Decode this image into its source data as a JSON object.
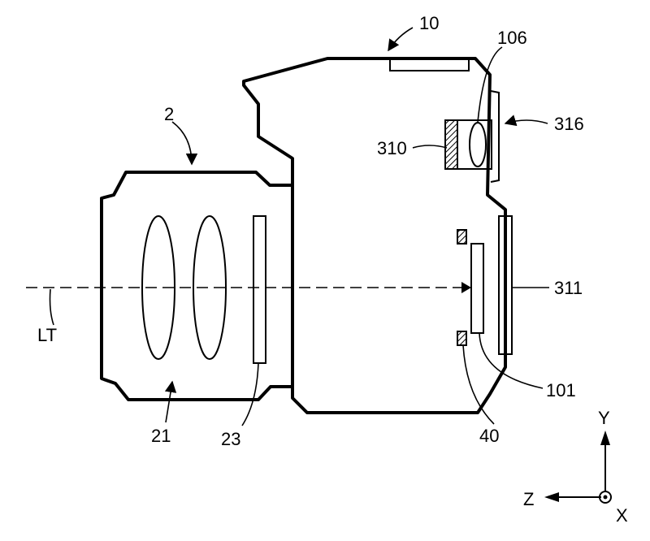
{
  "labels": {
    "camera_body": "10",
    "lens_unit": "2",
    "display_106": "106",
    "eyepiece_316": "316",
    "finder_310": "310",
    "rear_display_311": "311",
    "sensor_101": "101",
    "holder_40": "40",
    "lens_group_21": "21",
    "element_23": "23",
    "optical_axis": "LT",
    "axis_y": "Y",
    "axis_z": "Z",
    "axis_x": "X"
  }
}
